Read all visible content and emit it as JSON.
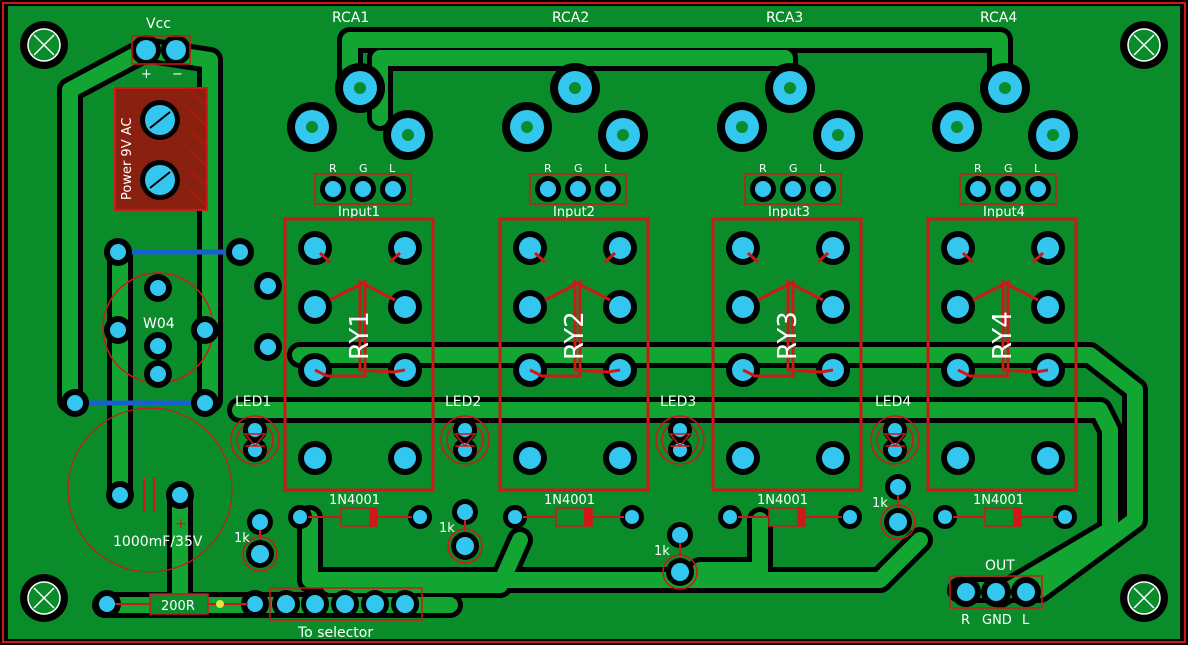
{
  "board": {
    "colors": {
      "background": "#000000",
      "copper": "#0a8c2a",
      "copper_trace": "#12a532",
      "pad": "#33c7f0",
      "silkscreen": "#d01818",
      "power_net": "#1a5fd0",
      "text": "#ffffff"
    },
    "header": {
      "vcc": "Vcc",
      "plus": "+",
      "minus": "−",
      "power": "Power 9V AC"
    },
    "rca_labels": [
      "RCA1",
      "RCA2",
      "RCA3",
      "RCA4"
    ],
    "rgl": [
      "R",
      "G",
      "L"
    ],
    "input_labels": [
      "Input1",
      "Input2",
      "Input3",
      "Input4"
    ],
    "relay_labels": [
      "RY1",
      "RY2",
      "RY3",
      "RY4"
    ],
    "led_labels": [
      "LED1",
      "LED2",
      "LED3",
      "LED4"
    ],
    "diode_labels": [
      "1N4001",
      "1N4001",
      "1N4001",
      "1N4001"
    ],
    "resistor_labels": [
      "1k",
      "1k",
      "1k",
      "1k"
    ],
    "bridge": "W04",
    "capacitor": "1000mF/35V",
    "resistor_main": "200R",
    "selector": "To selector",
    "out": {
      "title": "OUT",
      "r": "R",
      "gnd": "GND",
      "l": "L"
    }
  }
}
